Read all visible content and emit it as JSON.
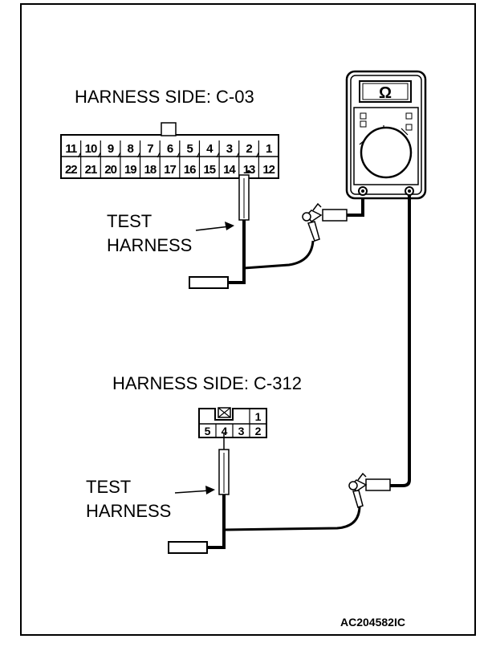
{
  "figure_id": "AC204582IC",
  "connector_top": {
    "title": "HARNESS SIDE: C-03",
    "row_top": [
      "11",
      "10",
      "9",
      "8",
      "7",
      "6",
      "5",
      "4",
      "3",
      "2",
      "1"
    ],
    "row_bottom": [
      "22",
      "21",
      "20",
      "19",
      "18",
      "17",
      "16",
      "15",
      "14",
      "13",
      "12"
    ],
    "probed_pin": "13"
  },
  "connector_bottom": {
    "title": "HARNESS SIDE: C-312",
    "row_top": [
      "",
      "",
      "",
      "1"
    ],
    "row_bottom": [
      "5",
      "4",
      "3",
      "2"
    ],
    "probed_pin": "4"
  },
  "test_harness_label_top": [
    "TEST",
    "HARNESS"
  ],
  "test_harness_label_bottom": [
    "TEST",
    "HARNESS"
  ],
  "meter": {
    "unit_symbol": "Ω",
    "icon": "ohmmeter-icon"
  }
}
